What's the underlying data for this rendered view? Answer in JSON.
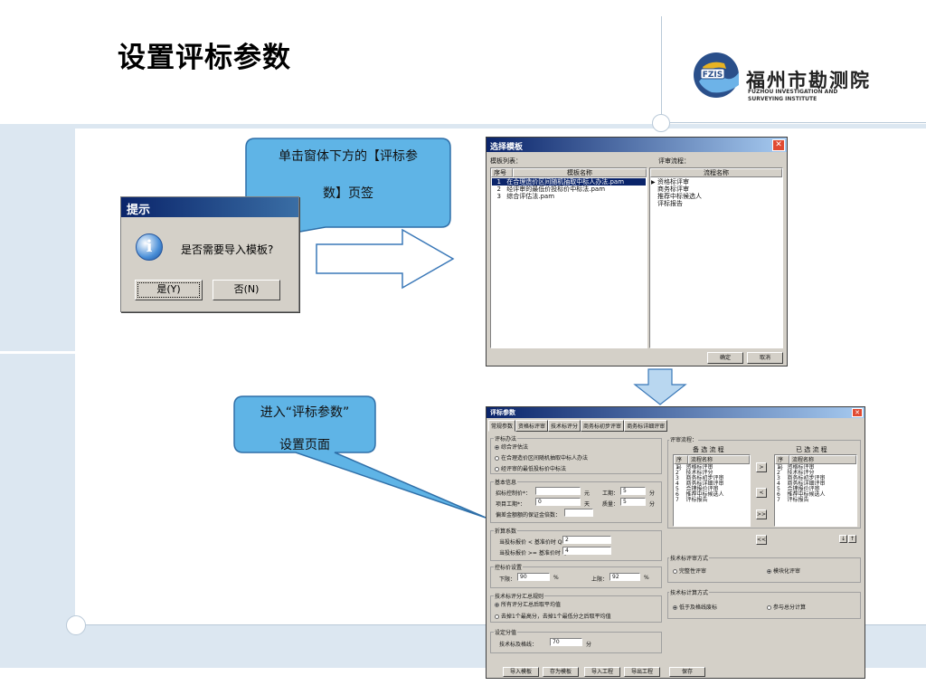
{
  "slide": {
    "title": "设置评标参数",
    "logo": {
      "name_cn": "福州市勘测院",
      "name_en_line1": "FUZHOU INVESTIGATION AND",
      "name_en_line2": "SURVEYING INSTITUTE",
      "mark_text": "FZIS"
    },
    "callout1": {
      "line1": "单击窗体下方的【评标参",
      "line2": "数】页签"
    },
    "callout2": {
      "line1": "进入“评标参数”",
      "line2": "设置页面"
    },
    "colors": {
      "callout_fill": "#5fb4e6",
      "band": "#dce7f1",
      "titlebar": "#0a246a",
      "arrow_fill": "#b9d7f0"
    }
  },
  "prompt_dialog": {
    "title": "提示",
    "icon": "info-icon",
    "message": "是否需要导入模板?",
    "yes_label": "是(Y)",
    "no_label": "否(N)"
  },
  "template_window": {
    "title": "选择模板",
    "template_list_label": "模板列表：",
    "flow_label": "评审流程：",
    "list_headers": [
      "序号",
      "模板名称"
    ],
    "templates": [
      {
        "no": "1",
        "name": "在合理造价区间随机抽取中标人办法.pam"
      },
      {
        "no": "2",
        "name": "经评审的最低价投标价中标法.pam"
      },
      {
        "no": "3",
        "name": "综合评估法.pam"
      }
    ],
    "flow_header": "流程名称",
    "flows": [
      "资格标评审",
      "商务标评审",
      "推荐中标候选人",
      "评标报告"
    ],
    "ok_label": "确定",
    "cancel_label": "取消"
  },
  "params_window": {
    "title": "评标参数",
    "tabs": [
      "常规参数",
      "资格标评审",
      "技术标评分",
      "商务标初步评审",
      "商务标详细评审"
    ],
    "method_group": "评标办法",
    "methods": [
      {
        "label": "综合评估法",
        "selected": true
      },
      {
        "label": "在合理造价区间随机抽取中标人办法",
        "selected": false
      },
      {
        "label": "经评审的最低投标价中标法",
        "selected": false
      }
    ],
    "basic_group": "基本信息",
    "budget_label": "招标控制价*：",
    "budget_unit": "元",
    "period_label": "工期：",
    "period_value": "5",
    "period_unit": "分",
    "project_label": "项目工期*：",
    "project_value": "0",
    "project_unit": "天",
    "quality_label": "质量：",
    "quality_value": "5",
    "quality_unit": "分",
    "deposit_label": "偏差金额额的保证金倍数：",
    "discount_group": "折算系数",
    "discount_row1_label": "当投标报价 < 基准价时 Q=",
    "discount_row1_value": "2",
    "discount_row2_label": "当投标报价 >= 基准价时 Q=",
    "discount_row2_value": "4",
    "control_group": "控标价设置",
    "lower_label": "下限：",
    "lower_value": "90",
    "lower_unit": "%",
    "upper_label": "上限：",
    "upper_value": "92",
    "upper_unit": "%",
    "tech_summary_group": "技术标评分汇总规则",
    "tech_summary_options": [
      {
        "label": "所有评分汇总后取平均值",
        "selected": true
      },
      {
        "label": "去掉1个最高分，去掉1个最低分之后取平均值",
        "selected": false
      }
    ],
    "pass_group": "设定分值",
    "pass_label": "技术标及格线：",
    "pass_value": "70",
    "pass_unit": "分",
    "flow_group": "评审流程：",
    "available_title": "备 选 流 程",
    "selected_title": "已 选 流 程",
    "flow_headers": [
      "序号",
      "流程名称"
    ],
    "available_flows": [
      "资格标评审",
      "技术标评分",
      "商务标初步评审",
      "商务标详细评审",
      "合理报价评审",
      "推荐中标候选人",
      "评标报告"
    ],
    "selected_flows": [
      "资格标评审",
      "技术标评分",
      "商务标初步评审",
      "商务标详细评审",
      "合理报价评审",
      "推荐中标候选人",
      "评标报告"
    ],
    "move_buttons": [
      ">",
      "<",
      ">>",
      "<<"
    ],
    "order_buttons": [
      "↓",
      "↑"
    ],
    "tech_review_group": "技术标评审方式",
    "tech_review_options": [
      {
        "label": "完整性评审",
        "selected": false
      },
      {
        "label": "模块化评审",
        "selected": true
      }
    ],
    "tech_calc_group": "技术标计算方式",
    "tech_calc_options": [
      {
        "label": "低于及格线废标",
        "selected": true
      },
      {
        "label": "参与总分计算",
        "selected": false
      }
    ],
    "footer_buttons": [
      "导入模板",
      "存为模板",
      "导入工程",
      "导出工程",
      "保存"
    ]
  }
}
